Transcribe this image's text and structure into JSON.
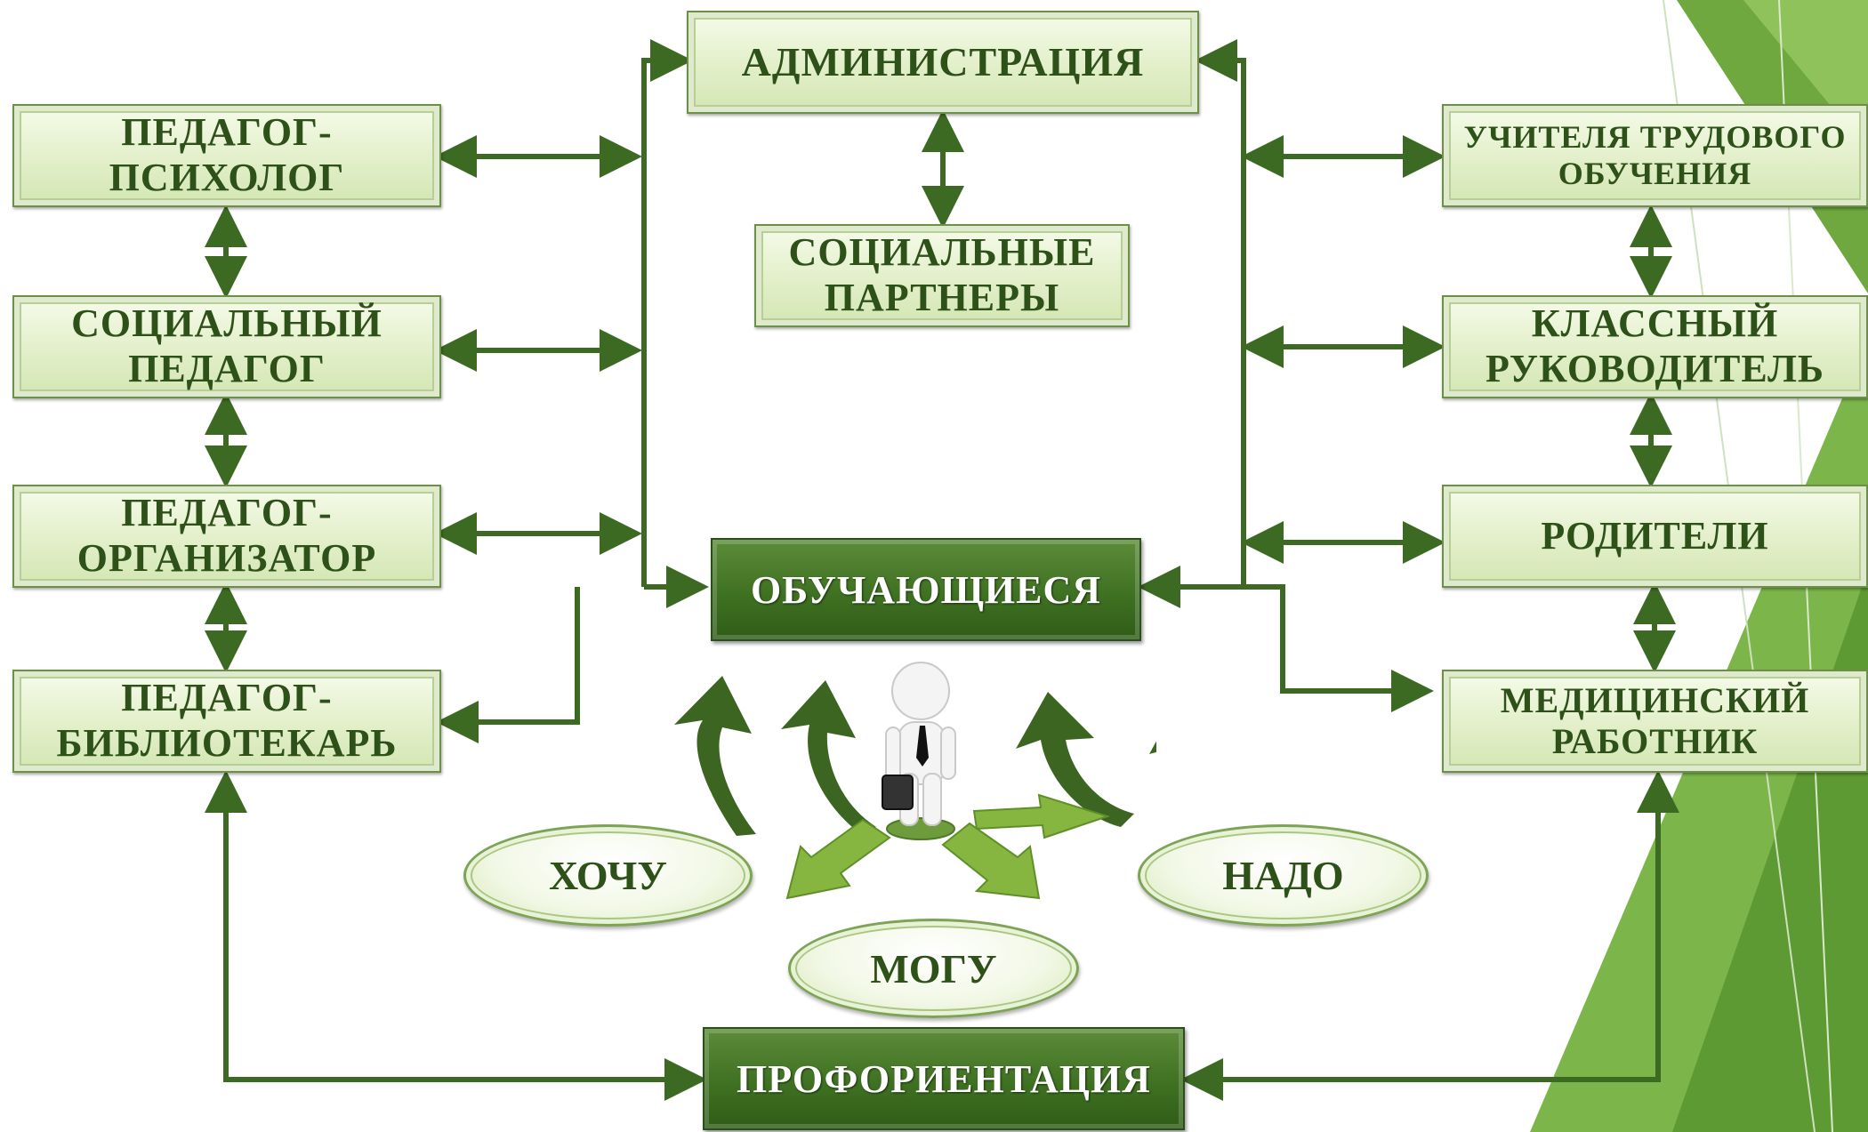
{
  "center": {
    "administration": "АДМИНИСТРАЦИЯ",
    "social_partners": "СОЦИАЛЬНЫЕ\nПАРТНЕРЫ",
    "students": "ОБУЧАЮЩИЕСЯ",
    "career_guidance": "ПРОФОРИЕНТАЦИЯ"
  },
  "left_column": {
    "psychologist": "ПЕДАГОГ-\nПСИХОЛОГ",
    "social_pedagogue": "СОЦИАЛЬНЫЙ\nПЕДАГОГ",
    "organizer": "ПЕДАГОГ-\nОРГАНИЗАТОР",
    "librarian": "ПЕДАГОГ-\nБИБЛИОТЕКАРЬ"
  },
  "right_column": {
    "labor_teachers": "УЧИТЕЛЯ ТРУДОВОГО\nОБУЧЕНИЯ",
    "class_teacher": "КЛАССНЫЙ\nРУКОВОДИТЕЛЬ",
    "parents": "РОДИТЕЛИ",
    "medical_worker": "МЕДИЦИНСКИЙ\nРАБОТНИК"
  },
  "choices": {
    "want": "ХОЧУ",
    "can": "МОГУ",
    "must": "НАДО"
  },
  "colors": {
    "connector": "#3d6a22",
    "box_text": "#2e5119",
    "dark_fill": "#3f7122",
    "decor_green": "#6ea83e"
  }
}
